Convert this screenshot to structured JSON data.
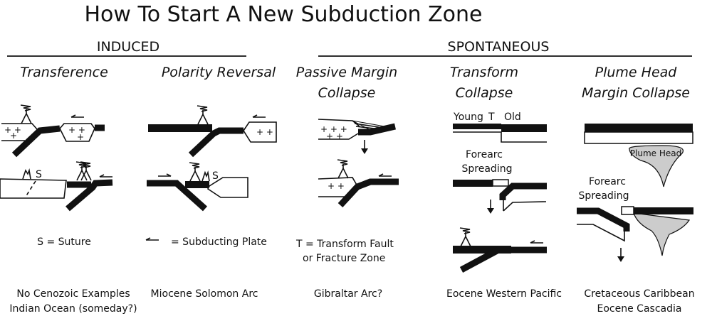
{
  "title": "How To Start A New Subduction Zone",
  "sections": {
    "induced": "INDUCED",
    "spontaneous": "SPONTANEOUS"
  },
  "columns": [
    {
      "heading": [
        "Transference"
      ],
      "example": [
        "No Cenozoic Examples",
        "Indian Ocean (someday?)"
      ]
    },
    {
      "heading": [
        "Polarity Reversal"
      ],
      "example": [
        "Miocene Solomon Arc"
      ]
    },
    {
      "heading": [
        "Passive Margin",
        "Collapse"
      ],
      "example": [
        "Gibraltar Arc?"
      ]
    },
    {
      "heading": [
        "Transform",
        "Collapse"
      ],
      "example": [
        "Eocene Western Pacific"
      ]
    },
    {
      "heading": [
        "Plume Head",
        "Margin Collapse"
      ],
      "example": [
        "Cretaceous Caribbean",
        "Eocene Cascadia"
      ]
    }
  ],
  "legend": {
    "suture": "S =  Suture",
    "subducting_plate": "=  Subducting Plate",
    "transform": [
      "T =  Transform Fault",
      "or Fracture Zone"
    ]
  },
  "diagram_labels": {
    "suture_mark": "S",
    "young": "Young",
    "t": "T",
    "old": "Old",
    "forearc": "Forearc",
    "spreading": "Spreading",
    "plume_head": "Plume Head"
  },
  "colors": {
    "ink": "#111111",
    "plume": "#cccccc"
  }
}
